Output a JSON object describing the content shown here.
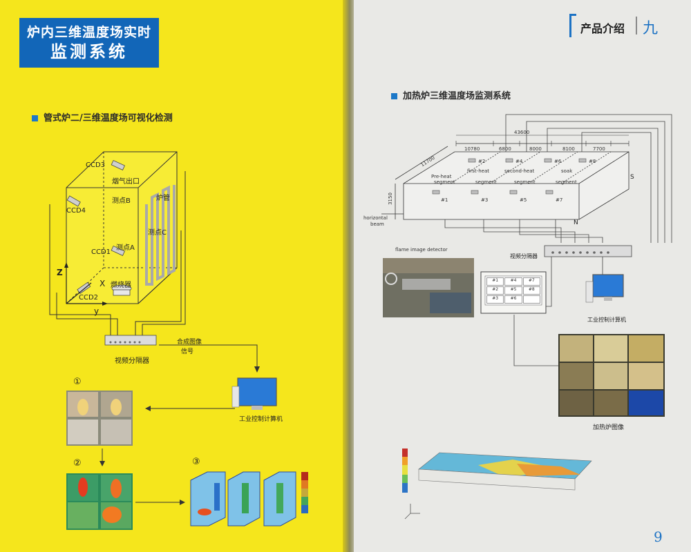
{
  "left_page": {
    "banner": {
      "line1": "炉内三维温度场实时",
      "line2": "监测系统"
    },
    "section_title": "管式炉二/三维温度场可视化检测",
    "diagram": {
      "ccd3": "CCD3",
      "ccd4": "CCD4",
      "ccd1": "CCD1",
      "ccd2": "CCD2",
      "flue_outlet": "烟气出口",
      "point_b": "测点B",
      "furnace_tube": "炉管",
      "point_c": "测点C",
      "point_a": "测点A",
      "burner": "燃烧器",
      "axis_z": "Z",
      "axis_x": "X",
      "axis_y": "y",
      "splitter": "视频分隔器",
      "composite_signal_1": "合成图像",
      "composite_signal_2": "信号",
      "computer": "工业控制计算机",
      "step1": "①",
      "step2": "②",
      "step3": "③"
    }
  },
  "right_page": {
    "header": {
      "section_label": "产品介绍",
      "chapter": "九"
    },
    "section_title": "加热炉三维温度场监测系统",
    "diagram": {
      "total_length": "43600",
      "depth": "11700",
      "height": "3150",
      "segment_dims": [
        "10780",
        "6800",
        "8000",
        "8100",
        "7700"
      ],
      "pre_heat": "Pre-heat",
      "segment": "segment",
      "first_heat": "first-heat",
      "second_heat": "second-heat",
      "soak": "soak",
      "zone_labels": [
        "#1",
        "#2",
        "#3",
        "#4",
        "#5",
        "#6",
        "#7",
        "#8"
      ],
      "south": "S",
      "north": "N",
      "horizontal_1": "horizontal",
      "horizontal_2": "beam",
      "flame_detector": "flame image detector",
      "splitter": "视频分隔器",
      "computer": "工业控制计算机",
      "monitor_cells": [
        "#1",
        "#4",
        "#7",
        "#2",
        "#5",
        "#8",
        "#3",
        "#6",
        ""
      ],
      "furnace_images": "加热炉图像"
    },
    "page_number": "9"
  },
  "colors": {
    "yellow_page": "#f5e61c",
    "banner_blue": "#1266b8",
    "accent_blue": "#1c78c8"
  }
}
